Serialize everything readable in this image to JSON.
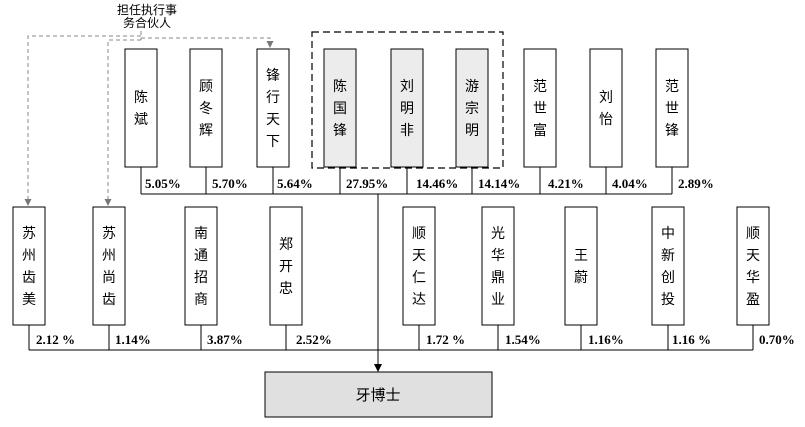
{
  "annotation": {
    "line1": "担任执行事",
    "line2": "务合伙人"
  },
  "colors": {
    "highlight_fill": "#ececec",
    "target_fill": "#e0e0e0",
    "stroke": "#000000",
    "dash": "#8a8a8a"
  },
  "top_row": [
    {
      "name": "陈斌",
      "pct": "5.05%",
      "highlight": false
    },
    {
      "name": "顾冬辉",
      "pct": "5.70%",
      "highlight": false
    },
    {
      "name": "锋行天下",
      "pct": "5.64%",
      "highlight": false
    },
    {
      "name": "陈国锋",
      "pct": "27.95%",
      "highlight": true
    },
    {
      "name": "刘明非",
      "pct": "14.46%",
      "highlight": true
    },
    {
      "name": "游宗明",
      "pct": "14.14%",
      "highlight": true
    },
    {
      "name": "范世富",
      "pct": "4.21%",
      "highlight": false
    },
    {
      "name": "刘怡",
      "pct": "4.04%",
      "highlight": false
    },
    {
      "name": "范世锋",
      "pct": "2.89%",
      "highlight": false
    }
  ],
  "bottom_row": [
    {
      "name": "苏州齿美",
      "pct": "2.12 %"
    },
    {
      "name": "苏州尚齿",
      "pct": "1.14%"
    },
    {
      "name": "南通招商",
      "pct": "3.87%"
    },
    {
      "name": "郑开忠",
      "pct": "2.52%"
    },
    {
      "name": "顺天仁达",
      "pct": "1.72 %"
    },
    {
      "name": "光华鼎业",
      "pct": "1.54%"
    },
    {
      "name": "王蔚",
      "pct": "1.16%"
    },
    {
      "name": "中新创投",
      "pct": "1.16 %"
    },
    {
      "name": "顺天华盈",
      "pct": "0.70%"
    }
  ],
  "target": {
    "name": "牙博士"
  }
}
